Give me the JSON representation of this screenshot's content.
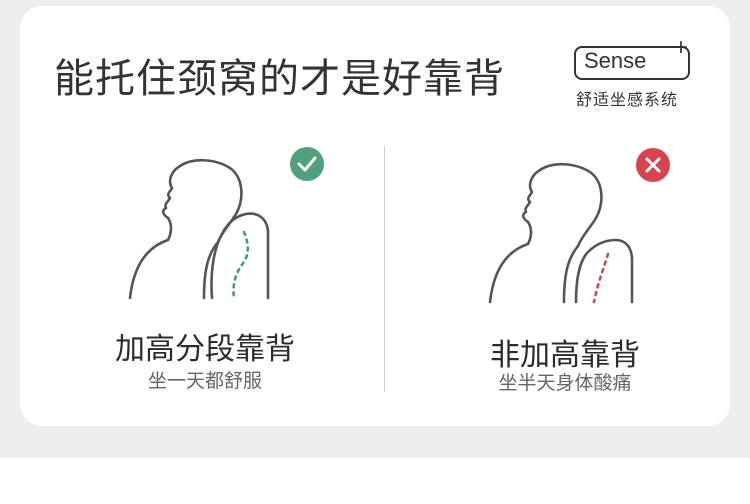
{
  "headline": "能托住颈窝的才是好靠背",
  "brand": {
    "word": "Sense",
    "plus": "+",
    "subtitle": "舒适坐感系统"
  },
  "good": {
    "title": "加高分段靠背",
    "subtitle": "坐一天都舒服",
    "badge_icon": "check-icon",
    "badge_color": "#4fa07c",
    "spine_color": "#3aa27a"
  },
  "bad": {
    "title": "非加高靠背",
    "subtitle": "坐半天身体酸痛",
    "badge_icon": "cross-icon",
    "badge_color": "#d9434e",
    "spine_color": "#d9434e"
  },
  "colors": {
    "outline": "#555555",
    "background": "#eeeeee",
    "card": "#ffffff"
  }
}
